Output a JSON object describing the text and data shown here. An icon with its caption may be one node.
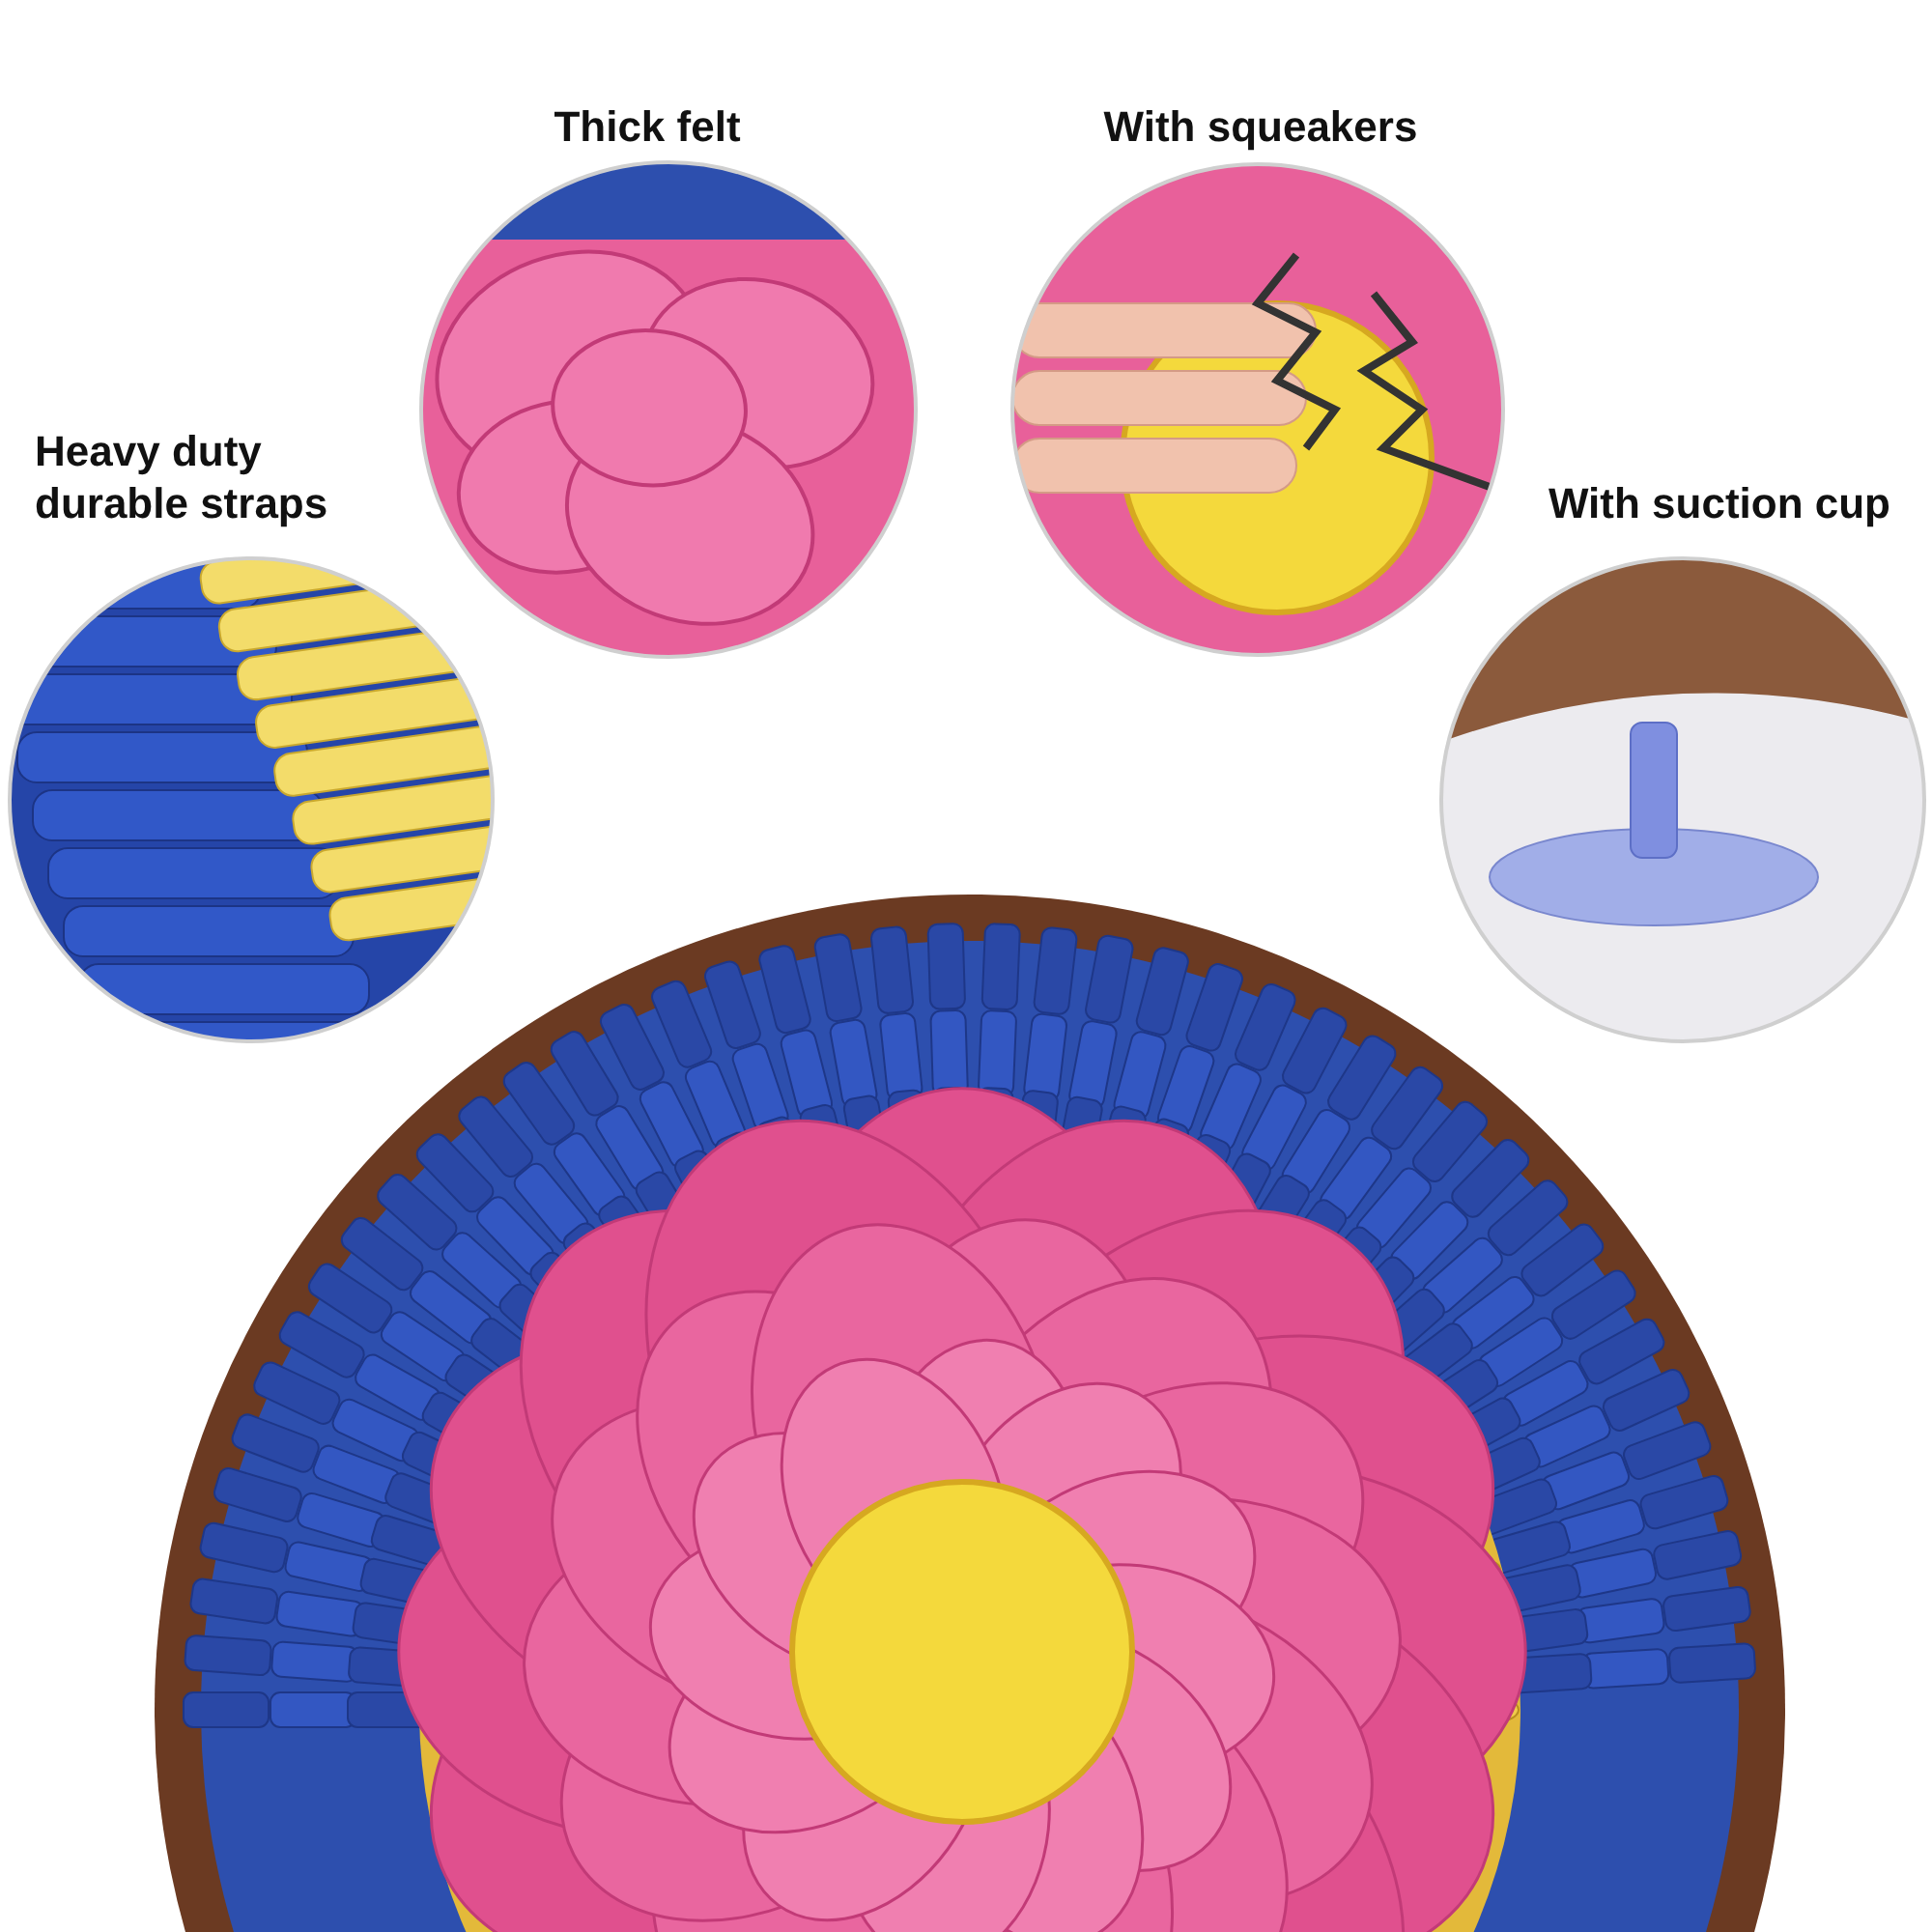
{
  "diagram": {
    "nodes": [
      {
        "text": [
          "Thick felt"
        ]
      },
      {
        "text": [
          "With squeakers"
        ]
      },
      {
        "text": [
          "Heavy duty durable straps"
        ]
      },
      {
        "text": [
          "With suction cup"
        ]
      }
    ]
  }
}
